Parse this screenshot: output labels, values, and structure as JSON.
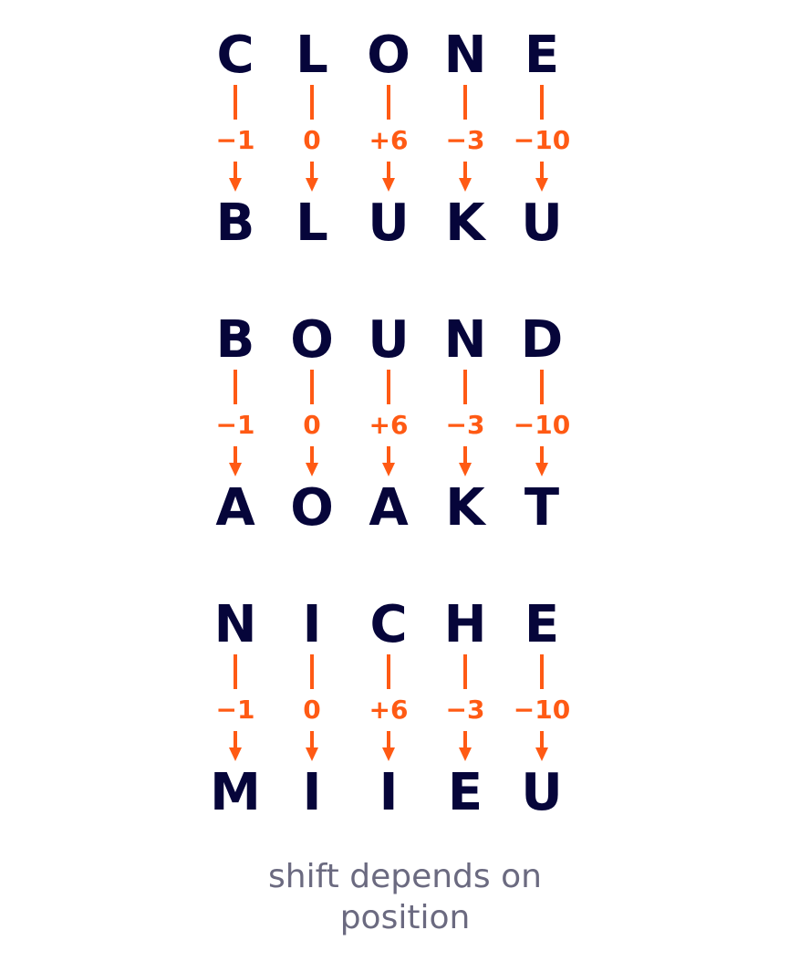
{
  "colors": {
    "letter": "#06053a",
    "shift": "#ff5a14",
    "caption": "#6b6a80",
    "background": "#ffffff"
  },
  "shifts": [
    "−1",
    "0",
    "+6",
    "−3",
    "−10"
  ],
  "words": [
    {
      "plain": [
        "C",
        "L",
        "O",
        "N",
        "E"
      ],
      "cipher": [
        "B",
        "L",
        "U",
        "K",
        "U"
      ]
    },
    {
      "plain": [
        "B",
        "O",
        "U",
        "N",
        "D"
      ],
      "cipher": [
        "A",
        "O",
        "A",
        "K",
        "T"
      ]
    },
    {
      "plain": [
        "N",
        "I",
        "C",
        "H",
        "E"
      ],
      "cipher": [
        "M",
        "I",
        "I",
        "E",
        "U"
      ]
    }
  ],
  "caption": "shift depends on position"
}
